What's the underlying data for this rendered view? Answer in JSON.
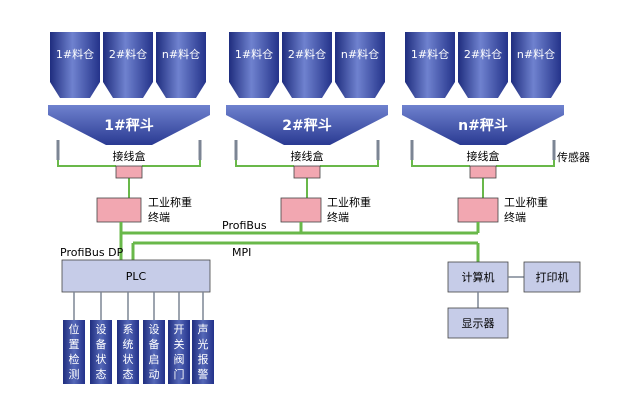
{
  "groups": [
    {
      "silos": [
        "1#料仓",
        "2#料仓",
        "n#料仓"
      ],
      "hopper": "1#秤斗",
      "junction": "接线盒",
      "terminal": [
        "工业称重",
        "终端"
      ]
    },
    {
      "silos": [
        "1#料仓",
        "2#料仓",
        "n#料仓"
      ],
      "hopper": "2#秤斗",
      "junction": "接线盒",
      "terminal": [
        "工业称重",
        "终端"
      ]
    },
    {
      "silos": [
        "1#料仓",
        "2#料仓",
        "n#料仓"
      ],
      "hopper": "n#秤斗",
      "junction": "接线盒",
      "terminal": [
        "工业称重",
        "终端"
      ]
    }
  ],
  "sensor_label": "传感器",
  "profibus_label": "ProfiBus",
  "mpi_label": "MPI",
  "profibus_dp_label": "ProfiBus DP",
  "plc_label": "PLC",
  "computer_label": "计算机",
  "printer_label": "打印机",
  "display_label": "显示器",
  "io_modules": [
    "位置检测",
    "设备状态",
    "系统状态",
    "设备启动",
    "开关阀门",
    "声光报警"
  ],
  "colors": {
    "silo": "#2e3f96",
    "silo_light": "#5a6ec0",
    "hopper": "#3a4da6",
    "bus_green": "#69b84a",
    "pink_box": "#f2a7b1",
    "plc_box": "#c6cce8",
    "io_box": "#2f3e97"
  }
}
